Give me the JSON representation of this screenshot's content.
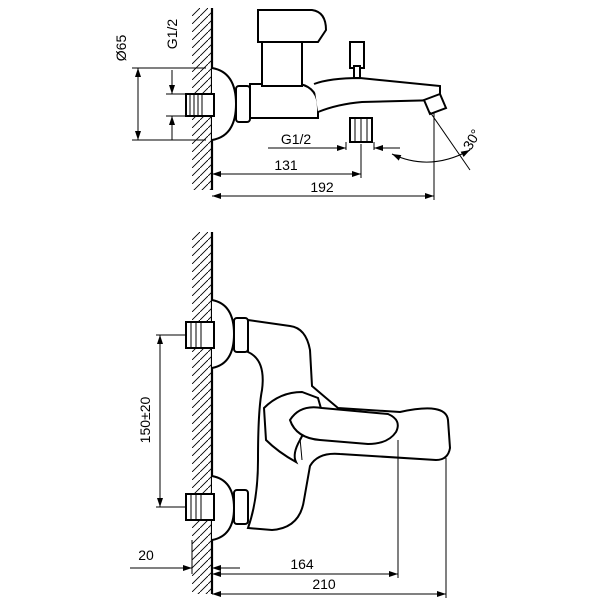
{
  "top_view": {
    "dim_diameter": "Ø65",
    "dim_inlet_thread": "G1/2",
    "dim_outlet_thread": "G1/2",
    "dim_outlet_distance": "131",
    "dim_total_length": "192",
    "dim_spout_angle": "30°"
  },
  "front_view": {
    "dim_center_distance": "150±20",
    "dim_wall_offset": "20",
    "dim_spout_length": "164",
    "dim_total_length": "210"
  }
}
